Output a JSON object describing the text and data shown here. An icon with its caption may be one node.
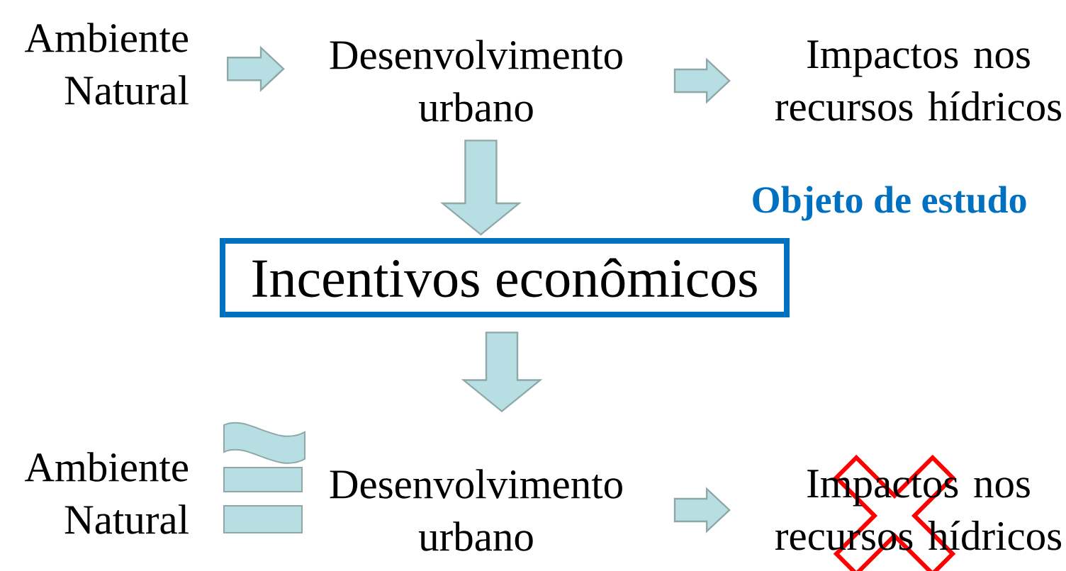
{
  "diagram": {
    "nodes": [
      {
        "text": [
          "Ambiente Natural"
        ]
      },
      {
        "text": [
          "Desenvolvimento urbano"
        ]
      },
      {
        "text": [
          "Impactos nos recursos hídricos"
        ]
      },
      {
        "text": [
          "Incentivos econômicos"
        ],
        "beside": [
          "Objeto de estudo"
        ]
      },
      {
        "text": [
          "Ambiente Natural"
        ]
      },
      {
        "text": [
          "Desenvolvimento urbano"
        ]
      },
      {
        "text": [
          "Impactos nos recursos hídricos"
        ]
      }
    ],
    "edges": [
      {
        "from": 0,
        "to": 1,
        "arrow": "to"
      },
      {
        "from": 1,
        "to": 2,
        "arrow": "to"
      },
      {
        "from": 1,
        "to": 3,
        "arrow": "to"
      },
      {
        "from": 3,
        "to": 5,
        "arrow": "to"
      },
      {
        "from": 5,
        "to": 6,
        "arrow": "to"
      }
    ]
  }
}
